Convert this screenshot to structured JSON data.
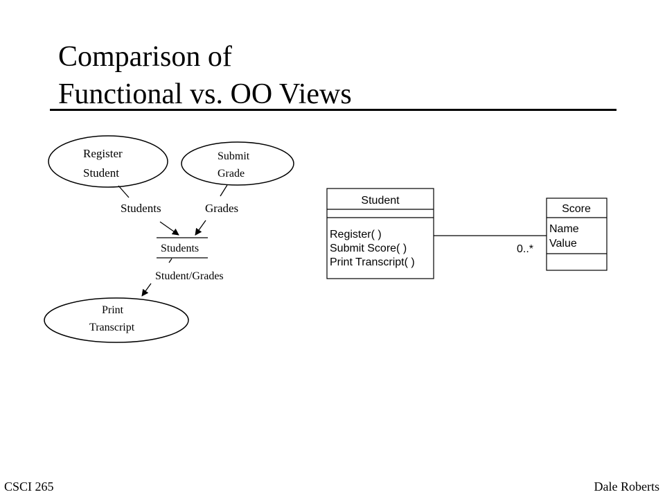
{
  "slide": {
    "title_line1": "Comparison of",
    "title_line2": "Functional vs. OO Views"
  },
  "functional_view": {
    "processes": {
      "register": [
        "Register",
        "Student"
      ],
      "submit": [
        "Submit",
        "Grade"
      ],
      "print": [
        "Print",
        "Transcript"
      ]
    },
    "flows": {
      "students_flow": "Students",
      "grades_flow": "Grades",
      "output_flow": "Student/Grades"
    },
    "data_store": "Students"
  },
  "oo_view": {
    "class_student": {
      "name": "Student",
      "operations": [
        "Register( )",
        "Submit Score( )",
        "Print Transcript( )"
      ]
    },
    "class_score": {
      "name": "Score",
      "attributes": [
        "Name",
        "Value"
      ]
    },
    "association": {
      "multiplicity": "0..*"
    }
  },
  "footer": {
    "left": "CSCI 265",
    "right": "Dale Roberts"
  }
}
